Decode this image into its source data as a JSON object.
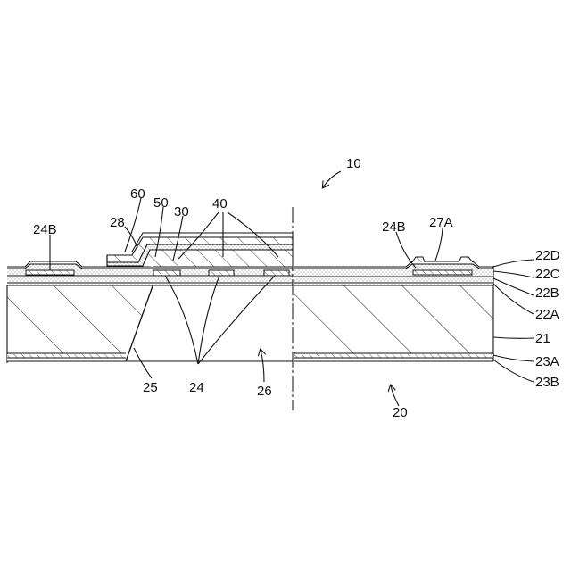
{
  "figure": {
    "labels": {
      "device": "10",
      "sealing_layer": "60",
      "wiring_layer": "50",
      "insulating_film": "30",
      "connection_parts": "40",
      "pad_left": "24B",
      "contact_28": "28",
      "pad_right": "24B",
      "opening_27a": "27A",
      "layer_22d": "22D",
      "layer_22c": "22C",
      "layer_22b": "22B",
      "layer_22a": "22A",
      "substrate_21": "21",
      "layer_23a": "23A",
      "layer_23b": "23B",
      "through_hole_25": "25",
      "electrodes_24": "24",
      "cavity_26": "26",
      "section_20": "20"
    }
  }
}
